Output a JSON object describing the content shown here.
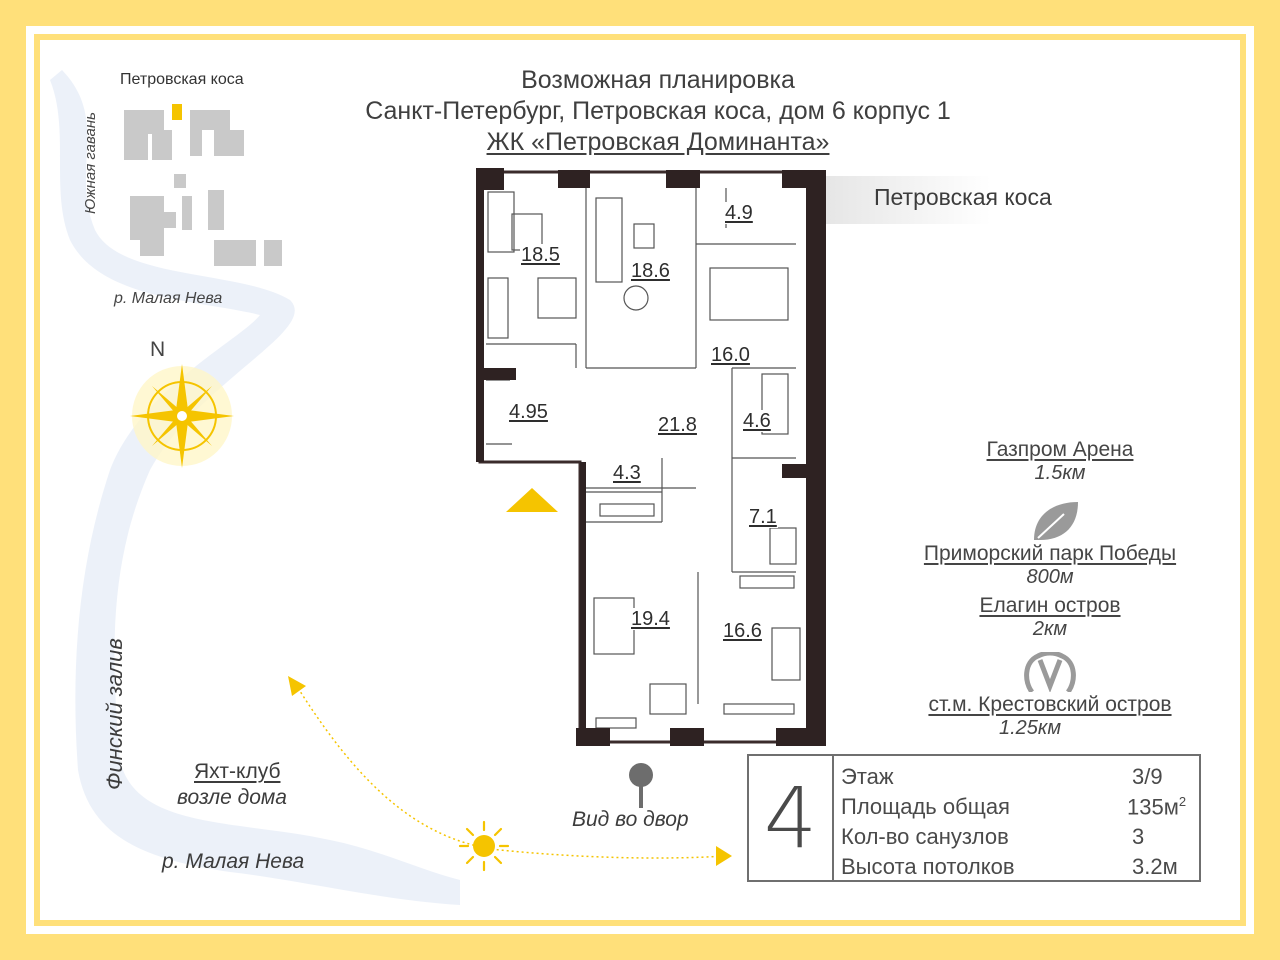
{
  "header": {
    "line1": "Возможная планировка",
    "line2": "Санкт-Петербург, Петровская коса, дом 6 корпус 1",
    "line3": "ЖК «Петровская Доминанта»"
  },
  "street_label": "Петровская коса",
  "minimap": {
    "title": "Петровская коса",
    "left_label": "Южная гавань",
    "bottom_label": "р. Малая Нева"
  },
  "compass": {
    "north": "N"
  },
  "map_labels": {
    "gulf": "Финский залив",
    "river": "р. Малая Нева",
    "yacht_title": "Яхт-клуб",
    "yacht_sub": "возле дома",
    "view": "Вид во двор"
  },
  "rooms": [
    "18.5",
    "18.6",
    "4.9",
    "16.0",
    "4.95",
    "21.8",
    "4.6",
    "4.3",
    "7.1",
    "19.4",
    "16.6"
  ],
  "poi": [
    {
      "name": "Газпром Арена",
      "dist": "1.5км"
    },
    {
      "name": "Приморский парк Победы",
      "dist": "800м"
    },
    {
      "name": "Елагин остров",
      "dist": "2км"
    },
    {
      "name": "ст.м. Крестовский остров",
      "dist": "1.25км"
    }
  ],
  "info": {
    "number": "4",
    "rows": [
      {
        "label": "Этаж",
        "value": "3/9"
      },
      {
        "label": "Площадь общая",
        "value": "135м"
      },
      {
        "label": "Кол-во санузлов",
        "value": "3"
      },
      {
        "label": "Высота потолков",
        "value": "3.2м"
      }
    ],
    "area_sup": "2"
  },
  "colors": {
    "frame": "#ffe27a",
    "accent_yellow": "#f5c400",
    "wall": "#2e2222",
    "water": "#e6ecf7"
  }
}
